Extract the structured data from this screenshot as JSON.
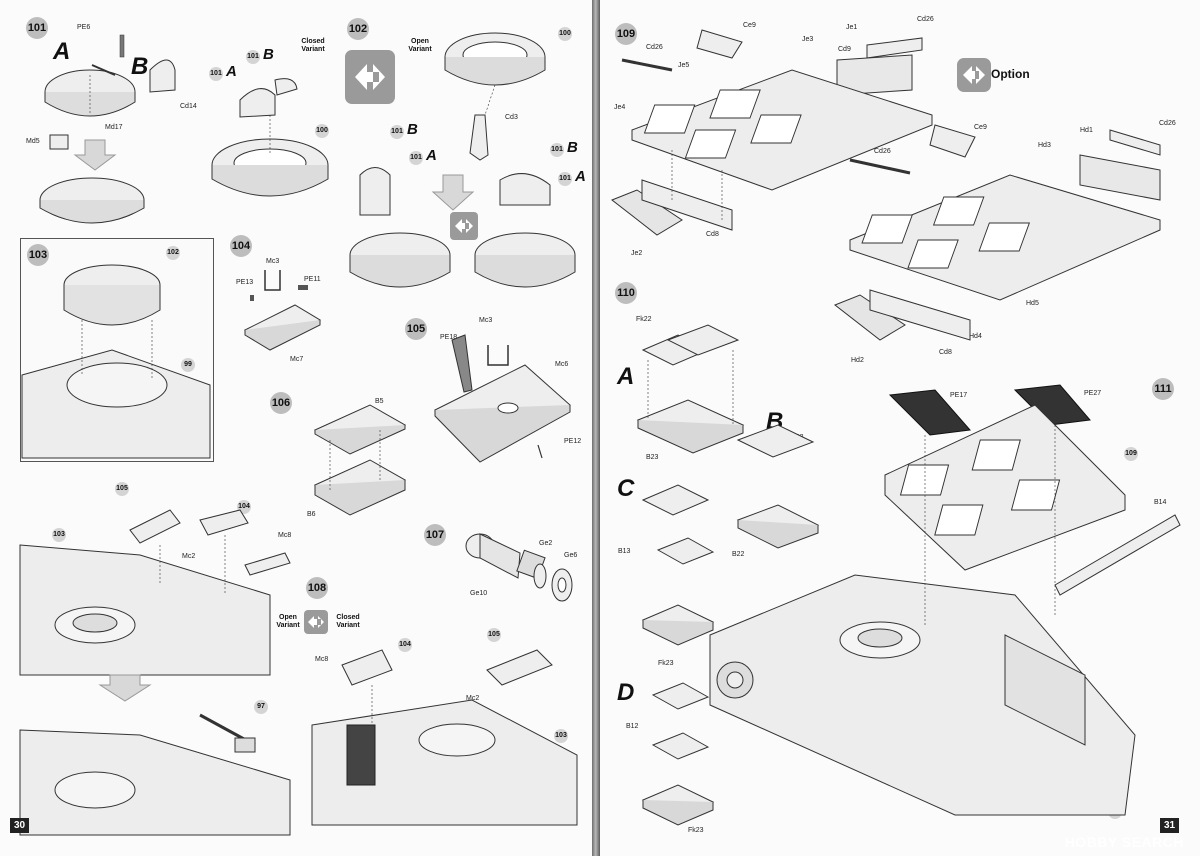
{
  "left_page": {
    "page_number": "30",
    "steps": {
      "s101": "101",
      "s102": "102",
      "s103": "103",
      "s104": "104",
      "s105": "105",
      "s106": "106",
      "s107": "107",
      "s108": "108"
    },
    "sub_a": "A",
    "sub_b": "B",
    "variant_closed": "Closed Variant",
    "variant_open": "Open Variant",
    "parts": {
      "pe6": "PE6",
      "md17": "Md17",
      "md5": "Md5",
      "cd14": "Cd14",
      "cd3": "Cd3",
      "mc3": "Mc3",
      "pe13": "PE13",
      "pe11": "PE11",
      "mc7": "Mc7",
      "pe18": "PE18",
      "mc6": "Mc6",
      "pe12": "PE12",
      "b5": "B5",
      "b6": "B6",
      "ge2": "Ge2",
      "ge6": "Ge6",
      "ge10": "Ge10",
      "mc2": "Mc2",
      "mc8": "Mc8"
    },
    "callouts": {
      "c100": "100",
      "c101": "101",
      "c102": "102",
      "c99": "99",
      "c103": "103",
      "c104": "104",
      "c105": "105",
      "c97": "97"
    }
  },
  "right_page": {
    "page_number": "31",
    "option_label": "Option",
    "steps": {
      "s109": "109",
      "s110": "110",
      "s111": "111"
    },
    "subs": {
      "a": "A",
      "b": "B",
      "c": "C",
      "d": "D"
    },
    "parts": {
      "cd26": "Cd26",
      "ce9": "Ce9",
      "je1": "Je1",
      "je3": "Je3",
      "je5": "Je5",
      "cd9": "Cd9",
      "je4": "Je4",
      "je2": "Je2",
      "cd8": "Cd8",
      "hd1": "Hd1",
      "hd3": "Hd3",
      "hd5": "Hd5",
      "hd4": "Hd4",
      "hd2": "Hd2",
      "fk22": "Fk22",
      "b23": "B23",
      "b22": "B22",
      "b13": "B13",
      "fk23": "Fk23",
      "b12": "B12",
      "pe17": "PE17",
      "pe27": "PE27",
      "b14": "B14"
    },
    "callouts": {
      "c109": "109",
      "c108": "108"
    }
  },
  "watermark": "HOBBY SEARCH"
}
